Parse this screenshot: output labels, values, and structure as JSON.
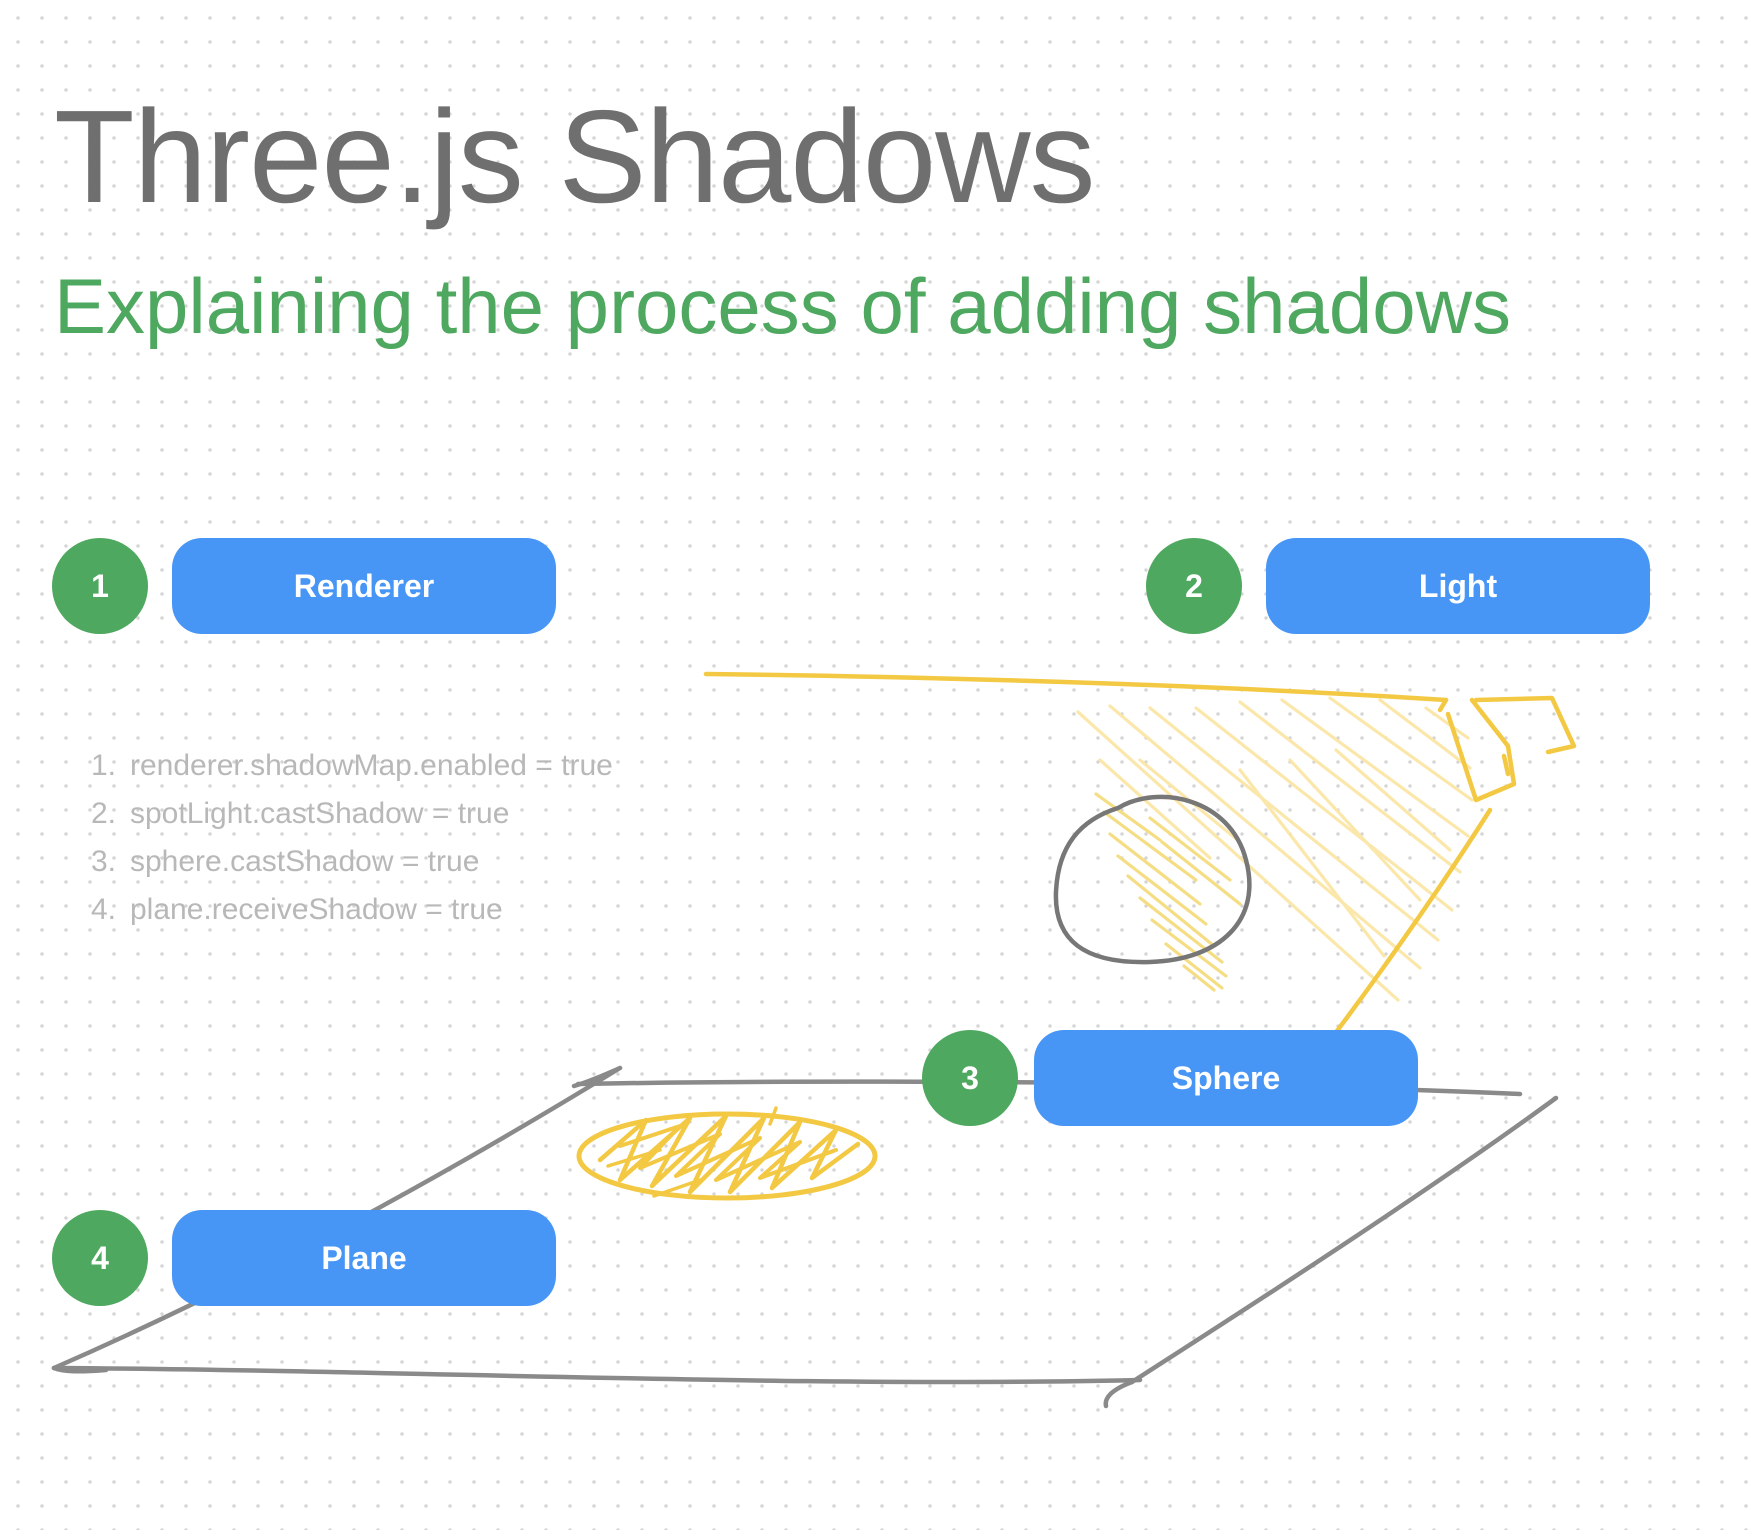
{
  "title": "Three.js Shadows",
  "subtitle": "Explaining the process of adding shadows",
  "steps": [
    {
      "number": "1",
      "label": "Renderer"
    },
    {
      "number": "2",
      "label": "Light"
    },
    {
      "number": "3",
      "label": "Sphere"
    },
    {
      "number": "4",
      "label": "Plane"
    }
  ],
  "code_lines": [
    {
      "number": "1.",
      "text": "renderer.shadowMap.enabled = true"
    },
    {
      "number": "2.",
      "text": "spotLight.castShadow = true"
    },
    {
      "number": "3.",
      "text": "sphere.castShadow = true"
    },
    {
      "number": "4.",
      "text": "plane.receiveShadow = true"
    }
  ],
  "colors": {
    "title": "#6f6f6f",
    "subtitle": "#4ea85f",
    "badge": "#4ea85f",
    "pill": "#4796f6",
    "sketch_gray": "#8a8a8a",
    "sketch_yellow": "#f3c843",
    "light_beam": "#fbe6a6",
    "code_text": "#b8b8b8"
  }
}
